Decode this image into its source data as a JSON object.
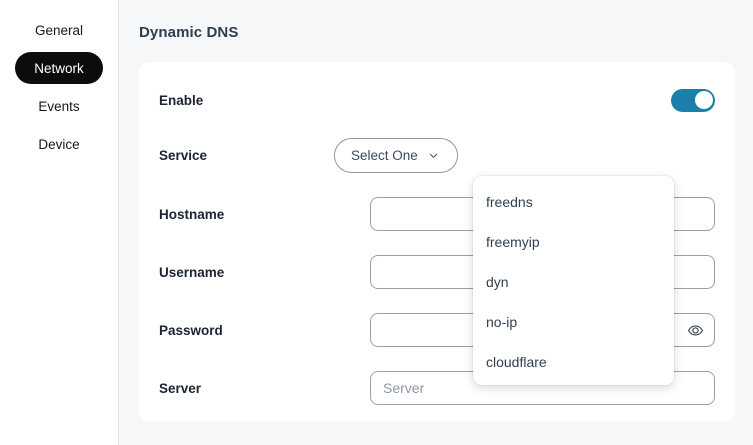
{
  "sidebar": {
    "items": [
      {
        "label": "General",
        "active": false
      },
      {
        "label": "Network",
        "active": true
      },
      {
        "label": "Events",
        "active": false
      },
      {
        "label": "Device",
        "active": false
      }
    ]
  },
  "main": {
    "page_title": "Dynamic DNS",
    "rows": {
      "enable": {
        "label": "Enable"
      },
      "service": {
        "label": "Service"
      },
      "hostname": {
        "label": "Hostname"
      },
      "username": {
        "label": "Username"
      },
      "password": {
        "label": "Password"
      },
      "server": {
        "label": "Server"
      }
    },
    "toggle": {
      "state": "on"
    },
    "select": {
      "value": "Select One"
    },
    "inputs": {
      "hostname": {
        "value": "",
        "placeholder": ""
      },
      "username": {
        "value": "",
        "placeholder": ""
      },
      "password": {
        "value": "",
        "placeholder": ""
      },
      "server": {
        "value": "",
        "placeholder": "Server"
      }
    },
    "dropdown": {
      "open": true,
      "options": [
        {
          "label": "freedns"
        },
        {
          "label": "freemyip"
        },
        {
          "label": "dyn"
        },
        {
          "label": "no-ip"
        },
        {
          "label": "cloudflare"
        }
      ]
    }
  },
  "colors": {
    "accent": "#1b7faa",
    "active_nav_bg": "#0b0c0e",
    "page_bg": "#f6f7f9",
    "card_bg": "#ffffff",
    "title": "#2e3e50"
  }
}
